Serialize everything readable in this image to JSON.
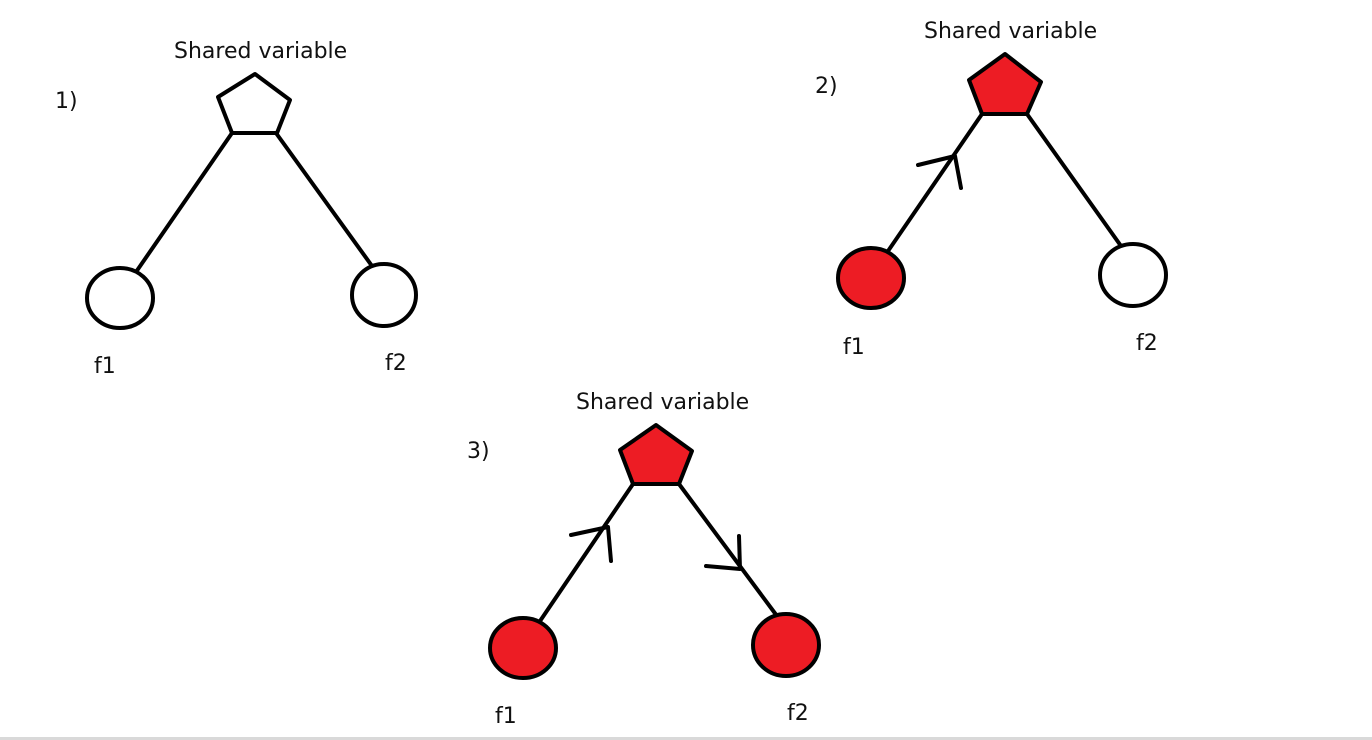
{
  "colors": {
    "stroke": "#000000",
    "fill_active": "#ed1c24",
    "fill_idle": "#ffffff"
  },
  "panels": [
    {
      "number_label": "1)",
      "shared_label": "Shared variable",
      "f1_label": "f1",
      "f2_label": "f2",
      "shared_state": "idle",
      "f1_state": "idle",
      "f2_state": "idle",
      "f1_arrow": "none",
      "f2_arrow": "none"
    },
    {
      "number_label": "2)",
      "shared_label": "Shared variable",
      "f1_label": "f1",
      "f2_label": "f2",
      "shared_state": "active",
      "f1_state": "active",
      "f2_state": "idle",
      "f1_arrow": "toward-shared",
      "f2_arrow": "none"
    },
    {
      "number_label": "3)",
      "shared_label": "Shared variable",
      "f1_label": "f1",
      "f2_label": "f2",
      "shared_state": "active",
      "f1_state": "active",
      "f2_state": "active",
      "f1_arrow": "toward-shared",
      "f2_arrow": "toward-node"
    }
  ]
}
